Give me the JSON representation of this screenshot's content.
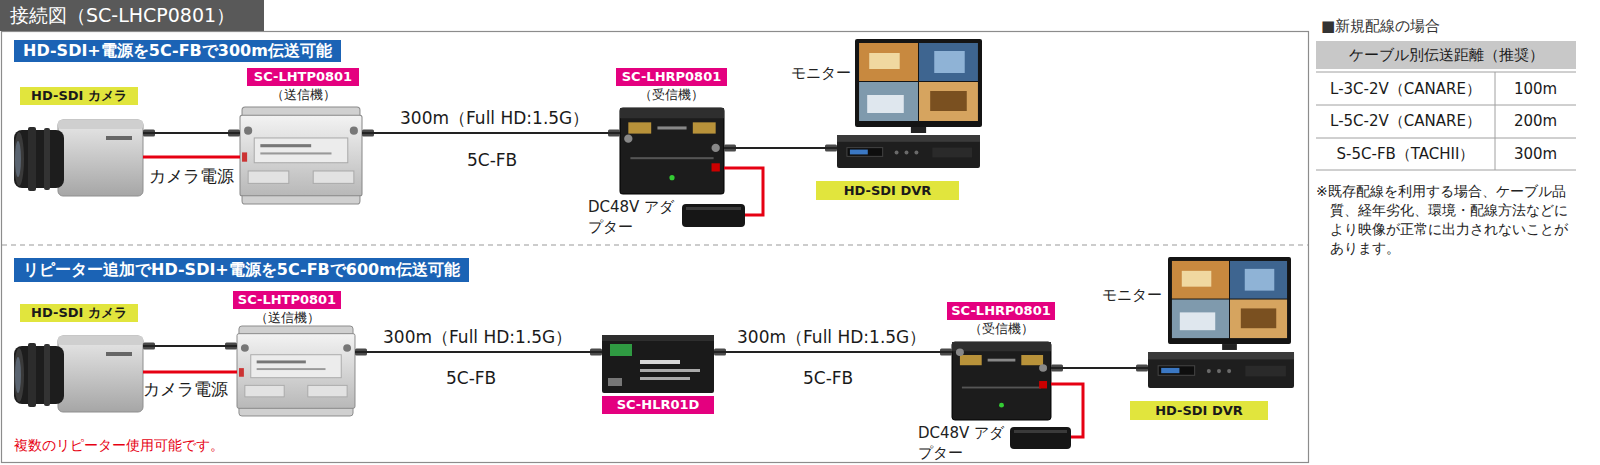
{
  "diagram": {
    "title": "接続図（SC-LHCP0801）",
    "nodes": [
      {
        "text": [
          "HD-SDI+電源を5C-FBで300m伝送可能"
        ]
      },
      {
        "text": [
          "HD-SDI カメラ"
        ]
      },
      {
        "text": [
          "SC-LHTP0801",
          "（送信機）"
        ]
      },
      {
        "text": [
          "SC-LHRP0801",
          "（受信機）"
        ]
      },
      {
        "text": [
          "DC48V アダプター"
        ]
      },
      {
        "text": [
          "モニター"
        ]
      },
      {
        "text": [
          "HD-SDI DVR"
        ]
      },
      {
        "text": [
          "リピーター追加でHD-SDI+電源を5C-FBで600m伝送可能"
        ]
      },
      {
        "text": [
          "HD-SDI カメラ"
        ]
      },
      {
        "text": [
          "SC-LHTP0801",
          "（送信機）"
        ]
      },
      {
        "text": [
          "SC-HLR01D"
        ]
      },
      {
        "text": [
          "SC-LHRP0801",
          "（受信機）"
        ]
      },
      {
        "text": [
          "DC48V アダプター"
        ]
      },
      {
        "text": [
          "モニター"
        ]
      },
      {
        "text": [
          "HD-SDI DVR"
        ]
      }
    ],
    "edges": [
      {
        "from": 1,
        "to": 2,
        "arrow": "none"
      },
      {
        "from": 1,
        "to": 2,
        "label": "カメラ電源",
        "arrow": "none"
      },
      {
        "from": 2,
        "to": 3,
        "label": "300m（Full HD:1.5G）",
        "arrow": "none"
      },
      {
        "from": 3,
        "to": 6,
        "arrow": "none"
      },
      {
        "from": 4,
        "to": 3,
        "arrow": "none"
      },
      {
        "from": 8,
        "to": 9,
        "arrow": "none"
      },
      {
        "from": 8,
        "to": 9,
        "label": "カメラ電源",
        "arrow": "none"
      },
      {
        "from": 9,
        "to": 10,
        "label": "300m（Full HD:1.5G）",
        "arrow": "none"
      },
      {
        "from": 10,
        "to": 11,
        "label": "300m（Full HD:1.5G）",
        "arrow": "none"
      },
      {
        "from": 11,
        "to": 14,
        "arrow": "none"
      },
      {
        "from": 12,
        "to": 11,
        "arrow": "none"
      }
    ],
    "labels": [
      "5C-FB",
      "5C-FB",
      "5C-FB",
      "複数のリピーター使用可能です。",
      "■新規配線の場合",
      "ケーブル別伝送距離（推奨）",
      "L-3C-2V（CANARE）",
      "100m",
      "L-5C-2V（CANARE）",
      "200m",
      "S-5C-FB（TACHII）",
      "300m",
      "※既存配線を利用する場合、ケーブル品質、経年劣化、環境・配線方法などにより映像が正常に出力されないことがあります。"
    ]
  }
}
